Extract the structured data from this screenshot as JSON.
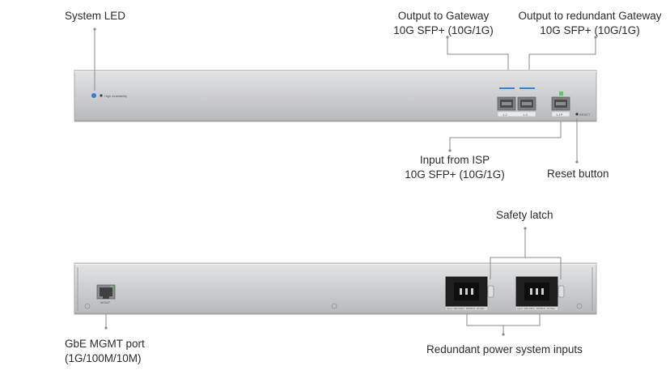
{
  "front_panel": {
    "callouts": {
      "system_led": "System LED",
      "output_gateway_line1": "Output to Gateway",
      "output_gateway_line2": "10G SFP+ (10G/1G)",
      "output_redundant_line1": "Output to redundant Gateway",
      "output_redundant_line2": "10G SFP+ (10G/1G)",
      "input_isp_line1": "Input from ISP",
      "input_isp_line2": "10G SFP+ (10G/1G)",
      "reset_button": "Reset button"
    },
    "device_label": "High Availability",
    "port_labels": [
      "1-2",
      "1-3",
      "1-1P"
    ],
    "reset_label": "RESET"
  },
  "rear_panel": {
    "callouts": {
      "safety_latch": "Safety latch",
      "mgmt_line1": "GbE MGMT port",
      "mgmt_line2": "(1G/100M/10M)",
      "power_inputs": "Redundant power system inputs"
    },
    "mgmt_port_label": "MGMT",
    "psu_labels": [
      "Input: 100-240V~ 50/60Hz, 2A Max",
      "Input: 100-240V~ 50/60Hz, 2A Max"
    ]
  },
  "colors": {
    "chassis": "#cfd0d2",
    "led_blue": "#3a7bd5",
    "link_blue": "#2f86d8",
    "status_green": "#4fcf5a",
    "leader_line": "#8a8a8a"
  }
}
